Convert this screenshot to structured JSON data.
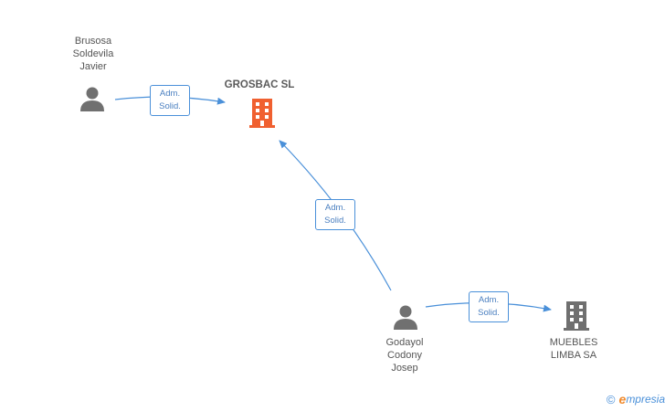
{
  "nodes": {
    "person_brusosa": {
      "lines": [
        "Brusosa",
        "Soldevila",
        "Javier"
      ]
    },
    "company_grosbac": {
      "name": "GROSBAC SL",
      "color": "#f06030"
    },
    "person_godayol": {
      "lines": [
        "Godayol",
        "Codony",
        "Josep"
      ]
    },
    "company_muebles": {
      "lines": [
        "MUEBLES",
        "LIMBA SA"
      ],
      "color": "#6f6f6f"
    }
  },
  "edges": [
    {
      "from": "Brusosa Soldevila Javier",
      "to": "GROSBAC SL",
      "label": [
        "Adm.",
        "Solid."
      ]
    },
    {
      "from": "Godayol Codony Josep",
      "to": "GROSBAC SL",
      "label": [
        "Adm.",
        "Solid."
      ]
    },
    {
      "from": "Godayol Codony Josep",
      "to": "MUEBLES LIMBA SA",
      "label": [
        "Adm.",
        "Solid."
      ]
    }
  ],
  "colors": {
    "edge": "#4a90d9",
    "person": "#707070"
  },
  "brand": {
    "copyright": "©",
    "e": "e",
    "rest": "mpresia"
  }
}
